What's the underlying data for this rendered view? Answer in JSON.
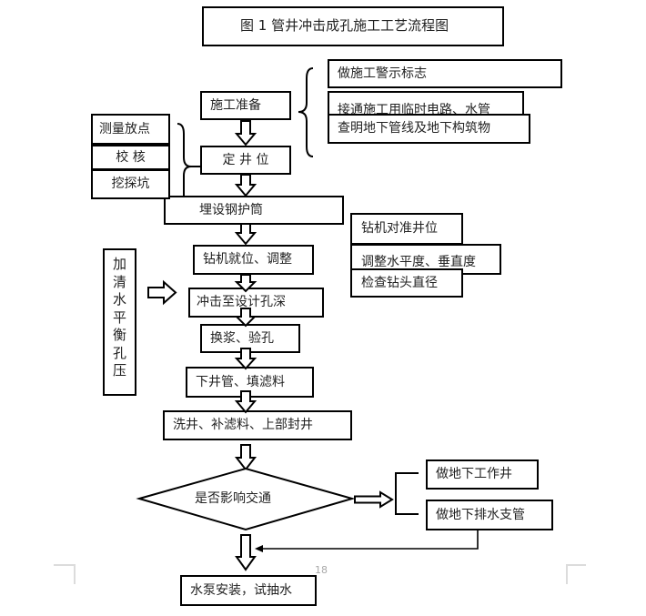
{
  "title": "图 1 管井冲击成孔施工工艺流程图",
  "main_steps": [
    {
      "label": "施工准备"
    },
    {
      "label": "定 井 位"
    },
    {
      "label": "埋设钢护筒"
    },
    {
      "label": "钻机就位、调整"
    },
    {
      "label": "冲击至设计孔深"
    },
    {
      "label": "换浆、验孔"
    },
    {
      "label": "下井管、填滤料"
    },
    {
      "label": "洗井、补滤料、上部封井"
    }
  ],
  "decision": "是否影响交通",
  "final_step": "水泵安装，试抽水",
  "preparation_tasks": [
    "做施工警示标志",
    "接通施工用临时电路、水管",
    "查明地下管线及地下构筑物"
  ],
  "positioning_tasks": [
    "测量放点",
    "校 核",
    "挖探坑"
  ],
  "drill_setup_tasks": [
    "钻机对准井位",
    "调整水平度、垂直度",
    "检查钻头直径"
  ],
  "side_note": "加清水平衡孔压",
  "traffic_measures": [
    "做地下工作井",
    "做地下排水支管"
  ],
  "page_number": "18"
}
